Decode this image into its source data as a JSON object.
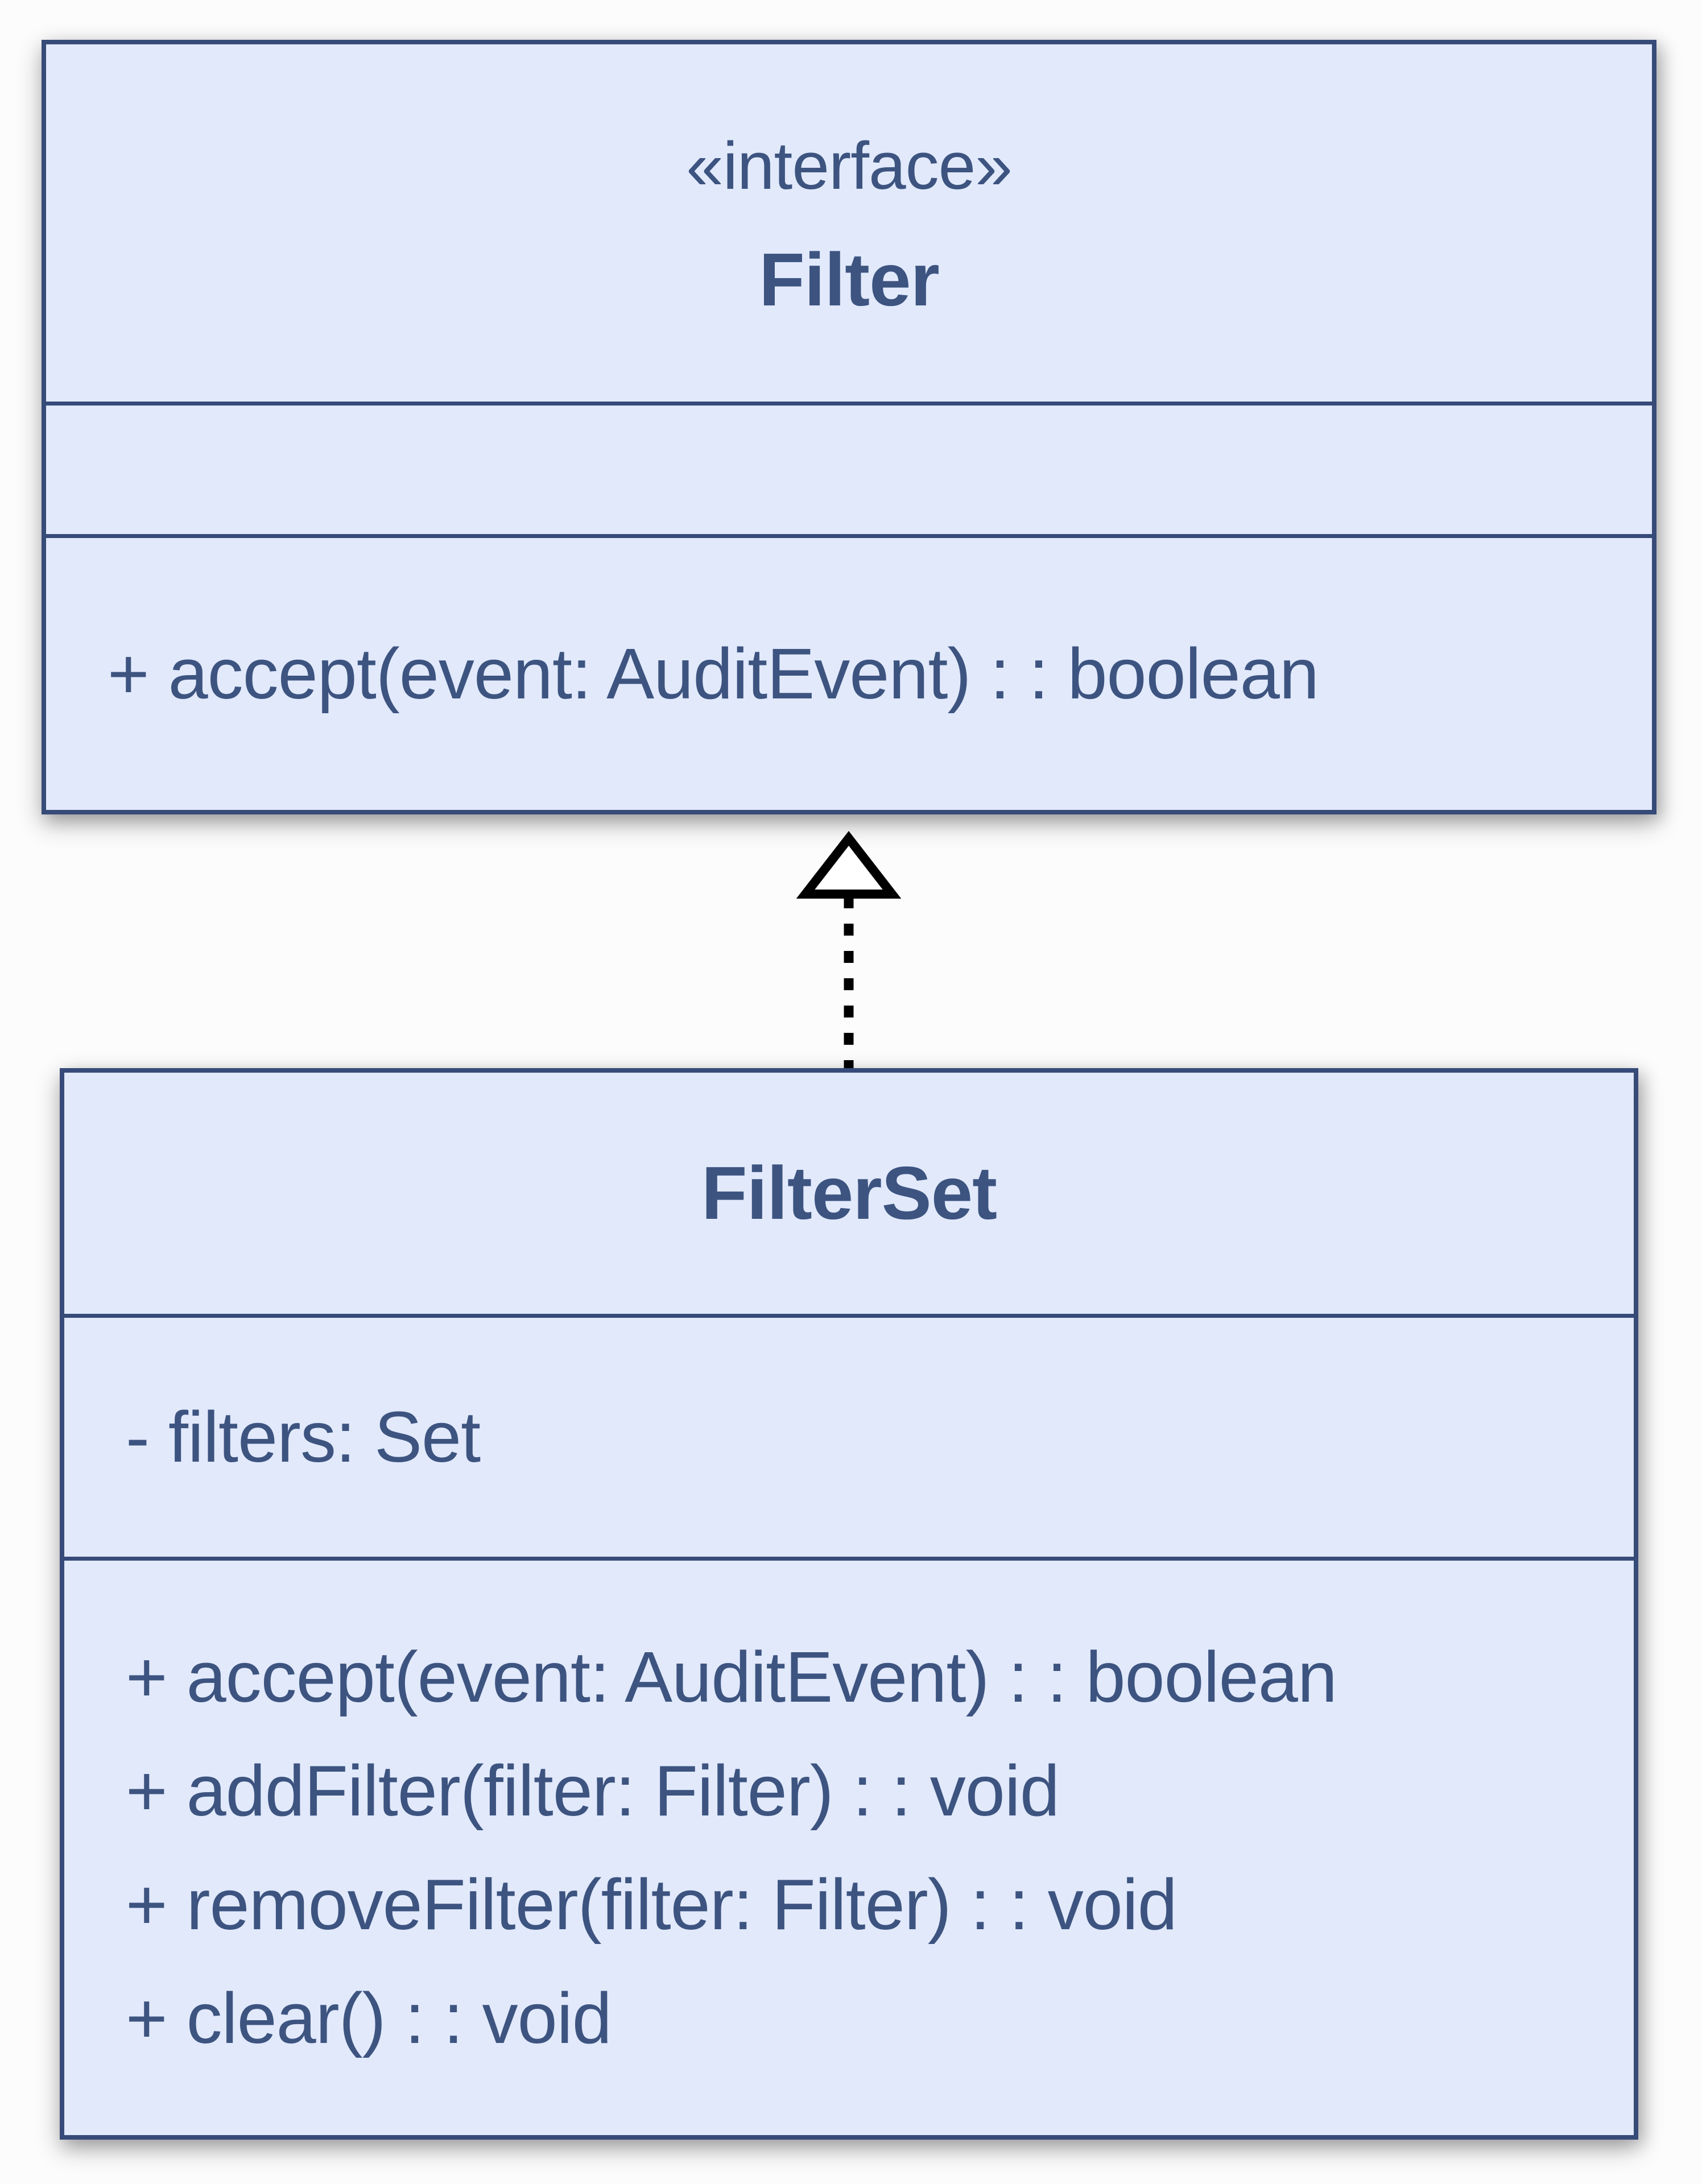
{
  "colors": {
    "box_fill": "#e1e9fb",
    "box_border": "#374b78",
    "text_color": "#3d5480",
    "arrow_color": "#000000",
    "page_bg": "#fcfcfc"
  },
  "interface_class": {
    "stereotype": "«interface»",
    "name": "Filter",
    "attributes": [],
    "methods": [
      "+ accept(event: AuditEvent) : : boolean"
    ]
  },
  "class": {
    "name": "FilterSet",
    "attributes": [
      "- filters: Set"
    ],
    "methods": [
      "+ accept(event: AuditEvent) : : boolean",
      "+ addFilter(filter: Filter) : : void",
      "+ removeFilter(filter: Filter) : : void",
      "+ clear() : : void"
    ]
  },
  "relationship": {
    "type": "realization",
    "from": "FilterSet",
    "to": "Filter",
    "style": "dashed-line-hollow-triangle"
  }
}
